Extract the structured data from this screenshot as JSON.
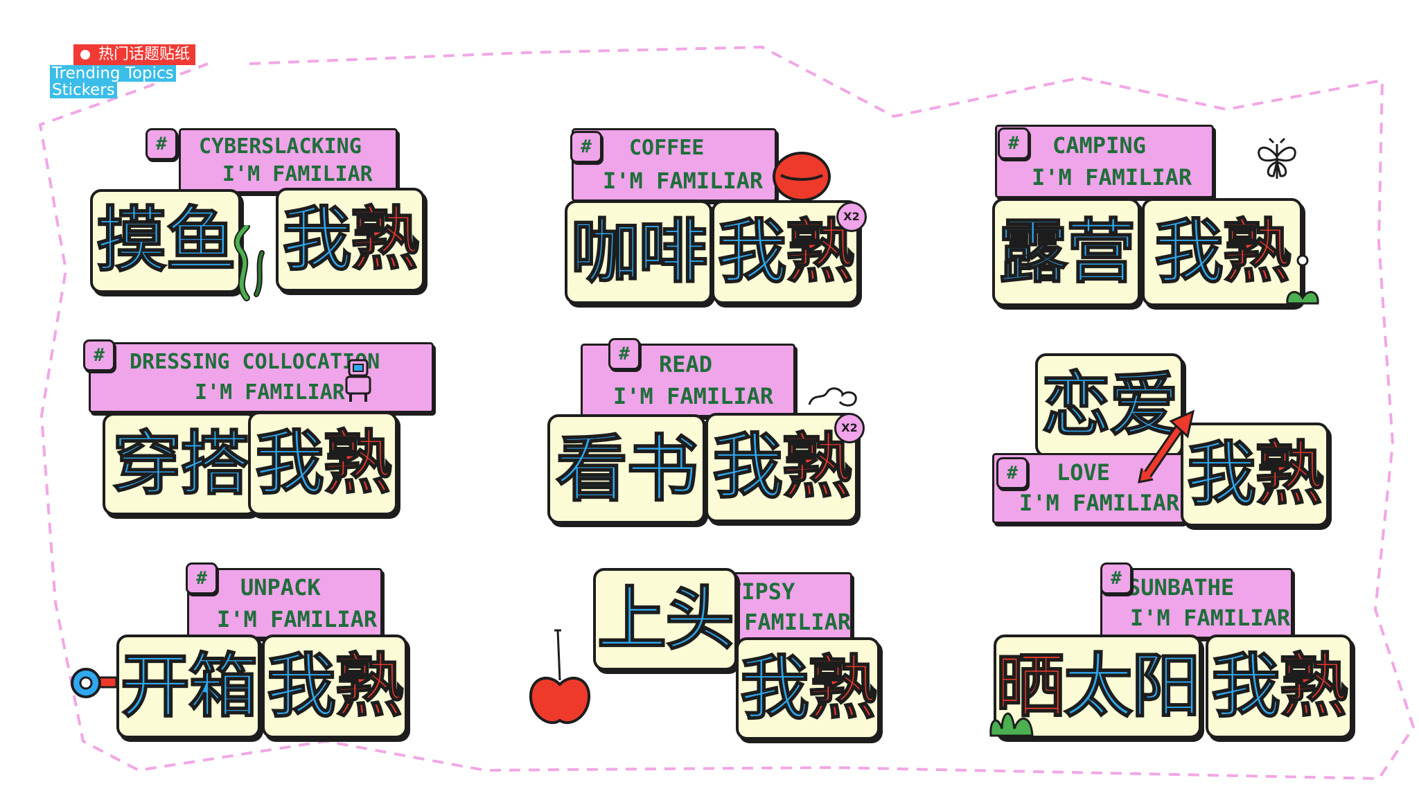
{
  "heading": {
    "cn": "热门话题贴纸",
    "en_line1": "Trending Topics",
    "en_line2": "Stickers"
  },
  "hash_symbol": "#",
  "stickers": [
    {
      "tag1": "CYBERSLACKING",
      "tag2": "I'M FAMILIAR",
      "word": "摸鱼",
      "shu1": "我",
      "shu2": "熟"
    },
    {
      "tag1": "COFFEE",
      "tag2": "I'M FAMILIAR",
      "word": "咖啡",
      "shu1": "我",
      "shu2": "熟",
      "badge": "X2"
    },
    {
      "tag1": "CAMPING",
      "tag2": "I'M FAMILIAR",
      "word": "露营",
      "shu1": "我",
      "shu2": "熟"
    },
    {
      "tag1": "DRESSING COLLOCATION",
      "tag2": "I'M FAMILIAR",
      "word": "穿搭",
      "shu1": "我",
      "shu2": "熟"
    },
    {
      "tag1": "READ",
      "tag2": "I'M FAMILIAR",
      "word": "看书",
      "shu1": "我",
      "shu2": "熟",
      "badge": "X2"
    },
    {
      "tag1": "LOVE",
      "tag2": "I'M FAMILIAR",
      "word": "恋爱",
      "shu1": "我",
      "shu2": "熟"
    },
    {
      "tag1": "UNPACK",
      "tag2": "I'M FAMILIAR",
      "word": "开箱",
      "shu1": "我",
      "shu2": "熟"
    },
    {
      "tag1": "TIPSY",
      "tag2": "I'M FAMILIAR",
      "word": "上头",
      "shu1": "我",
      "shu2": "熟"
    },
    {
      "tag1": "SUNBATHE",
      "tag2": "I'M FAMILIAR",
      "word": "晒",
      "word_b": "太阳",
      "shu1": "我",
      "shu2": "熟"
    }
  ],
  "colors": {
    "pink": "#f0a4e9",
    "blue": "#2fa8f0",
    "red": "#ee3a2b",
    "cream": "#fbfbd6",
    "green": "#1e6e3a",
    "outline": "#1d1d1d",
    "frame_dash": "#f2a6e6"
  }
}
